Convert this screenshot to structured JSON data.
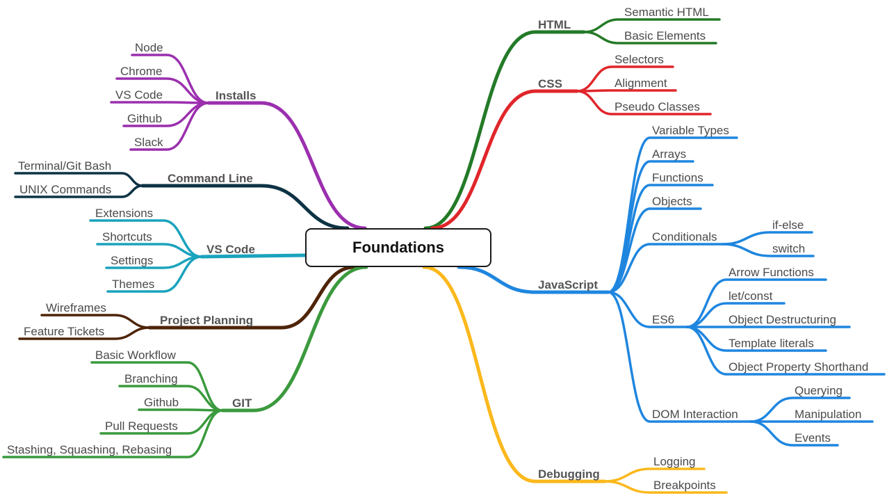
{
  "root": {
    "label": "Foundations"
  },
  "branches": {
    "installs": {
      "label": "Installs",
      "color": "#9b2fae",
      "children": [
        "Node",
        "Chrome",
        "VS Code",
        "Github",
        "Slack"
      ]
    },
    "command_line": {
      "label": "Command Line",
      "color": "#0d3344",
      "children": [
        "Terminal/Git Bash",
        "UNIX Commands"
      ]
    },
    "vscode": {
      "label": "VS Code",
      "color": "#1aa3bd",
      "children": [
        "Extensions",
        "Shortcuts",
        "Settings",
        "Themes"
      ]
    },
    "project_planning": {
      "label": "Project Planning",
      "color": "#4e2408",
      "children": [
        "Wireframes",
        "Feature Tickets"
      ]
    },
    "git": {
      "label": "GIT",
      "color": "#3a9a3d",
      "children": [
        "Basic Workflow",
        "Branching",
        "Github",
        "Pull Requests",
        "Stashing, Squashing, Rebasing"
      ]
    },
    "html": {
      "label": "HTML",
      "color": "#237a27",
      "children": [
        "Semantic HTML",
        "Basic Elements"
      ]
    },
    "css": {
      "label": "CSS",
      "color": "#e0262b",
      "children": [
        "Selectors",
        "Alignment",
        "Pseudo Classes"
      ]
    },
    "javascript": {
      "label": "JavaScript",
      "color": "#1f86df",
      "children": [
        "Variable Types",
        "Arrays",
        "Functions",
        "Objects",
        "Conditionals",
        "ES6",
        "DOM Interaction"
      ],
      "conditionals": [
        "if-else",
        "switch"
      ],
      "es6": [
        "Arrow Functions",
        "let/const",
        "Object Destructuring",
        "Template literals",
        "Object Property Shorthand"
      ],
      "dom": [
        "Querying",
        "Manipulation",
        "Events"
      ]
    },
    "debugging": {
      "label": "Debugging",
      "color": "#fbb81c",
      "children": [
        "Logging",
        "Breakpoints"
      ]
    }
  }
}
